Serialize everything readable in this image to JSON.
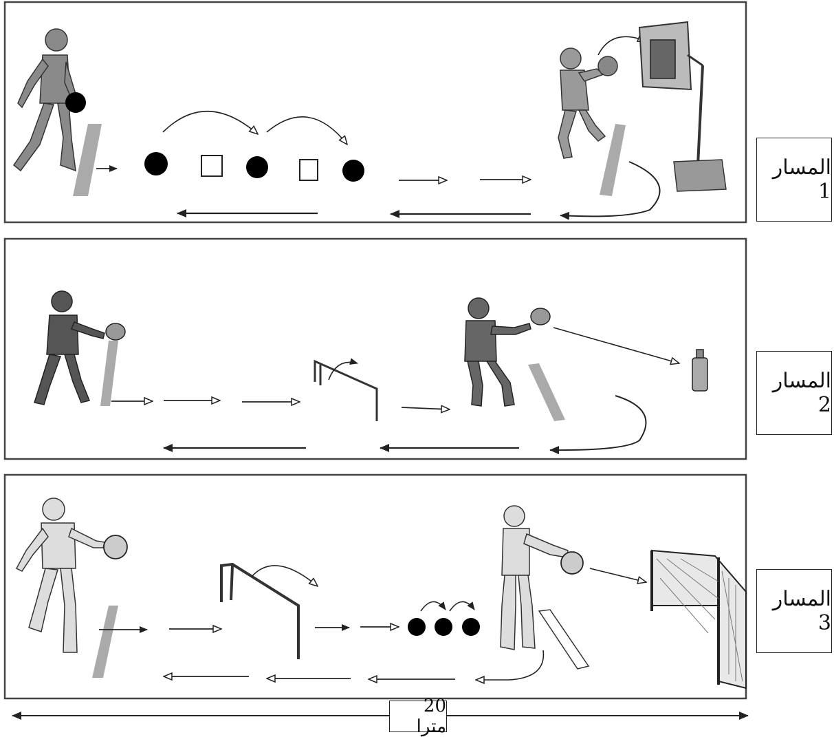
{
  "lanes": [
    {
      "label": "المسار 1",
      "goal": "basketball-hoop"
    },
    {
      "label": "المسار 2",
      "goal": "bottle-target"
    },
    {
      "label": "المسار 3",
      "goal": "handball-goal"
    }
  ],
  "distance": {
    "label": "20 مترا"
  },
  "colors": {
    "line": "#222222",
    "startLine": "#aaaaaa",
    "figure": "#8a8a8a",
    "ball": "#000000"
  }
}
